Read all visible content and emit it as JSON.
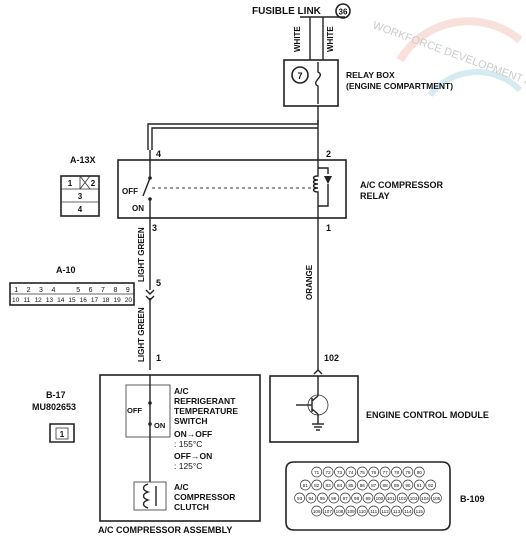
{
  "fusible_link": {
    "label": "FUSIBLE LINK",
    "number": "36"
  },
  "top_wires": [
    "WHITE",
    "WHITE"
  ],
  "relay_box": {
    "number": "7",
    "line1": "RELAY BOX",
    "line2": "(ENGINE COMPARTMENT)"
  },
  "relay": {
    "title_line1": "A/C COMPRESSOR",
    "title_line2": "RELAY",
    "pins": {
      "top_left": "4",
      "top_right": "2",
      "bottom_left": "3",
      "bottom_right": "1"
    },
    "off_label": "OFF",
    "on_label": "ON"
  },
  "connector_a13x": {
    "label": "A-13X",
    "cells": [
      "1",
      "2",
      "3",
      "4"
    ]
  },
  "connector_a10": {
    "label": "A-10",
    "row1": [
      "1",
      "2",
      "3",
      "4",
      "5",
      "6",
      "7",
      "8",
      "9"
    ],
    "row2": [
      "10",
      "11",
      "12",
      "13",
      "14",
      "15",
      "16",
      "17",
      "18",
      "19",
      "20"
    ]
  },
  "wire_colors": {
    "light_green": "LIGHT GREEN",
    "orange": "ORANGE"
  },
  "pins_mid": {
    "a10_pin": "5",
    "asm_pin": "1",
    "ecm_pin": "102"
  },
  "connector_b17": {
    "label": "B-17",
    "part": "MU802653",
    "pin": "1"
  },
  "switch": {
    "line1": "A/C",
    "line2": "REFRIGERANT",
    "line3": "TEMPERATURE",
    "line4": "SWITCH",
    "off_label": "OFF",
    "on_label": "ON",
    "spec1": "ON→OFF",
    "spec2": ": 155°C",
    "spec3": "OFF→ON",
    "spec4": ": 125°C"
  },
  "clutch": {
    "line1": "A/C",
    "line2": "COMPRESSOR",
    "line3": "CLUTCH"
  },
  "assembly_label": "A/C COMPRESSOR ASSEMBLY",
  "ecm_label": "ENGINE CONTROL MODULE",
  "connector_b109": {
    "label": "B-109",
    "row1": [
      "71",
      "72",
      "73",
      "74",
      "75",
      "76",
      "77",
      "78",
      "79",
      "80"
    ],
    "row2": [
      "81",
      "82",
      "83",
      "84",
      "85",
      "86",
      "87",
      "88",
      "89",
      "90",
      "91",
      "92"
    ],
    "row3": [
      "93",
      "94",
      "95",
      "96",
      "97",
      "98",
      "99",
      "100",
      "101",
      "102",
      "103",
      "104",
      "105"
    ],
    "row4": [
      "106",
      "107",
      "108",
      "109",
      "110",
      "111",
      "112",
      "113",
      "114",
      "115"
    ]
  },
  "watermark": "WORKFORCE DEVELOPMENT AGENCY"
}
